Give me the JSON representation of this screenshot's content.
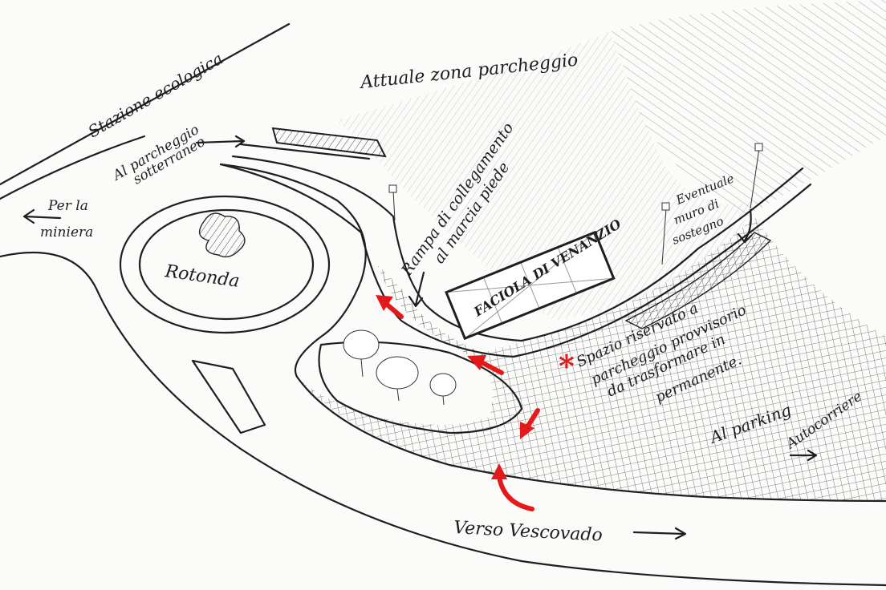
{
  "labels": {
    "stazione": "Stazione ecologica",
    "parcheggio_attuale": "Attuale zona parcheggio",
    "parcheggio_sotterraneo_1": "Al parcheggio",
    "parcheggio_sotterraneo_2": "sotterraneo",
    "miniera_1": "Per la",
    "miniera_2": "miniera",
    "rotonda": "Rotonda",
    "rampa_1": "Rampa di collegamento",
    "rampa_2": "al marcia piede",
    "facciola": "FACIOLA DI VENANZIO",
    "muro_1": "Eventuale",
    "muro_2": "muro di",
    "muro_3": "sostegno",
    "spazio_1": "Spazio riservato a",
    "spazio_2": "parcheggio provvisorio",
    "spazio_3": "da trasformare in",
    "spazio_4": "permanente.",
    "parking": "Al parking",
    "autocorriere": "Autocorriere",
    "vescovado": "Verso Vescovado",
    "asterisk": "*"
  },
  "colors": {
    "ink": "#1f1f1f",
    "accent": "#e3191b",
    "paper": "#fbfbfa"
  }
}
